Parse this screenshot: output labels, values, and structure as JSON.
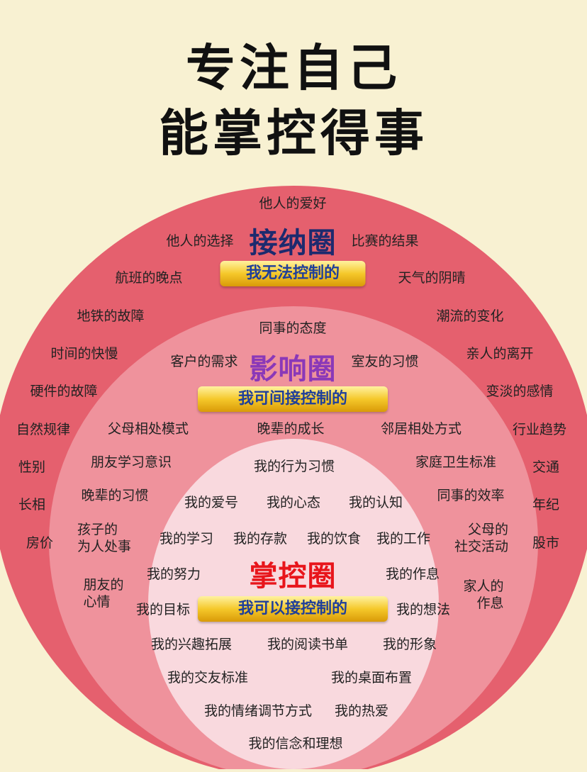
{
  "title": {
    "line1": "专注自己",
    "line2": "能掌控得事"
  },
  "colors": {
    "background": "#f8f1d2",
    "outer": "#e5606e",
    "middle": "#ef929c",
    "inner": "#f9d9de",
    "accept_title": "#1d2a6e",
    "influence_title": "#8a38b8",
    "control_title": "#e8151b"
  },
  "accept": {
    "name": "接纳圈",
    "badge": "我无法控制的",
    "items": [
      "他人的爱好",
      "他人的选择",
      "比赛的结果",
      "航班的晚点",
      "天气的阴晴",
      "地铁的故障",
      "潮流的变化",
      "时间的快慢",
      "亲人的离开",
      "硬件的故障",
      "变淡的感情",
      "自然规律",
      "行业趋势",
      "性别",
      "交通",
      "长相",
      "年纪",
      "房价",
      "股市"
    ]
  },
  "influence": {
    "name": "影响圈",
    "badge": "我可间接控制的",
    "items": [
      "同事的态度",
      "客户的需求",
      "室友的习惯",
      "父母相处模式",
      "晚辈的成长",
      "邻居相处方式",
      "朋友学习意识",
      "家庭卫生标准",
      "晚辈的习惯",
      "同事的效率",
      "孩子的\n为人处事",
      "父母的\n社交活动",
      "朋友的\n心情",
      "家人的\n作息"
    ]
  },
  "control": {
    "name": "掌控圈",
    "badge": "我可以接控制的",
    "items": [
      "我的行为习惯",
      "我的爱号",
      "我的心态",
      "我的认知",
      "我的学习",
      "我的存款",
      "我的饮食",
      "我的工作",
      "我的努力",
      "我的作息",
      "我的目标",
      "我的想法",
      "我的兴趣拓展",
      "我的阅读书单",
      "我的形象",
      "我的交友标准",
      "我的桌面布置",
      "我的情绪调节方式",
      "我的热爱",
      "我的信念和理想"
    ]
  }
}
